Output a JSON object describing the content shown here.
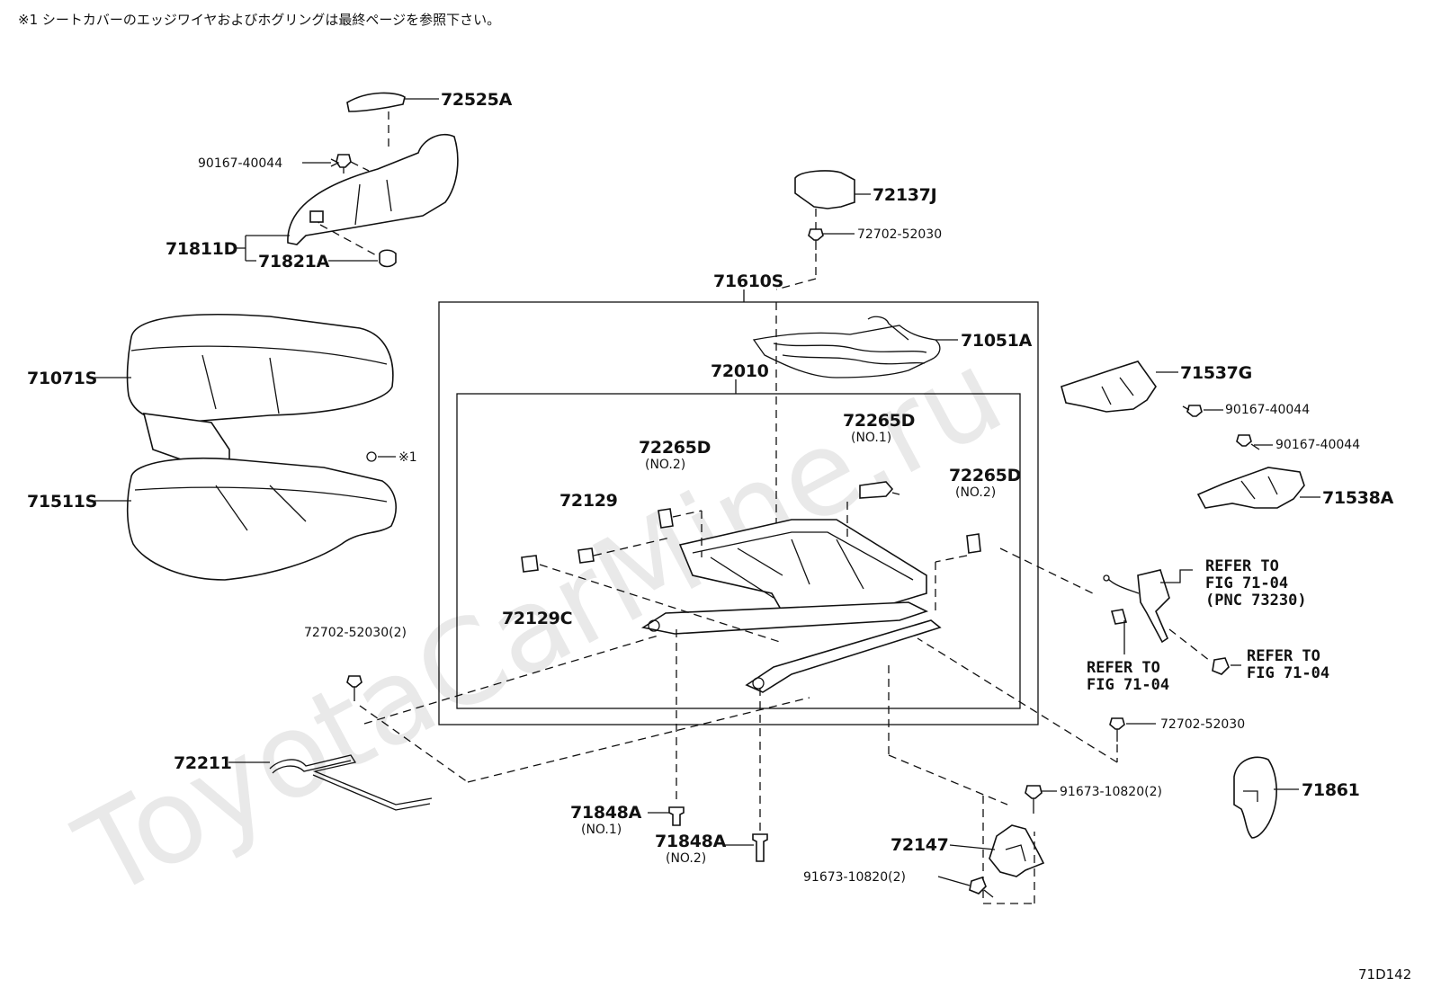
{
  "note": "※1 シートカバーのエッジワイヤおよびホグリングは最終ページを参照下さい。",
  "figure_code": "71D142",
  "watermark": "ToyotaCarMine.ru",
  "labels": {
    "p72525A": "72525A",
    "p90167_a": "90167-40044",
    "p71811D": "71811D",
    "p71821A": "71821A",
    "p72137J": "72137J",
    "p72702_top": "72702-52030",
    "p71610S": "71610S",
    "p71051A": "71051A",
    "p72010": "72010",
    "p71071S": "71071S",
    "p71511S": "71511S",
    "mark1": "※1",
    "p72265D_c": "72265D",
    "p72265D_c_sub": "(NO.1)",
    "p72265D_l": "72265D",
    "p72265D_l_sub": "(NO.2)",
    "p72265D_r": "72265D",
    "p72265D_r_sub": "(NO.2)",
    "p72129": "72129",
    "p72129C": "72129C",
    "p71537G": "71537G",
    "p90167_b": "90167-40044",
    "p90167_c": "90167-40044",
    "p71538A": "71538A",
    "refer1_l1": "REFER TO",
    "refer1_l2": "FIG 71-04",
    "refer1_l3": "(PNC 73230)",
    "refer2_l1": "REFER TO",
    "refer2_l2": "FIG 71-04",
    "refer3_l1": "REFER TO",
    "refer3_l2": "FIG 71-04",
    "p72702_left": "72702-52030(2)",
    "p72702_right": "72702-52030",
    "p72211": "72211",
    "p71848A_1": "71848A",
    "p71848A_1_sub": "(NO.1)",
    "p71848A_2": "71848A",
    "p71848A_2_sub": "(NO.2)",
    "p91673_top": "91673-10820(2)",
    "p91673_bot": "91673-10820(2)",
    "p72147": "72147",
    "p71861": "71861"
  }
}
